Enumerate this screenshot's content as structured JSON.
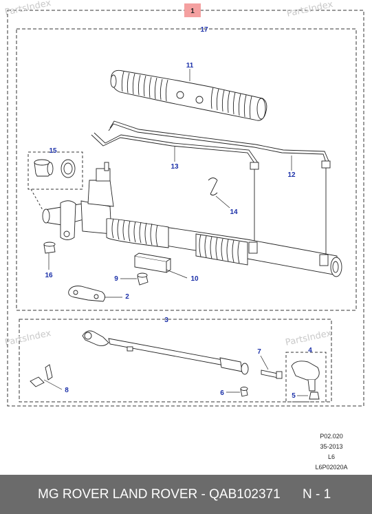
{
  "watermark": "PartsIndex",
  "callouts": {
    "c1": "1",
    "c17": "17",
    "c11": "11",
    "c15": "15",
    "c13": "13",
    "c12": "12",
    "c14": "14",
    "c16": "16",
    "c9": "9",
    "c10": "10",
    "c2": "2",
    "c3": "3",
    "c7": "7",
    "c4": "4",
    "c8": "8",
    "c6": "6",
    "c5": "5"
  },
  "reference": {
    "line1": "P02.020",
    "line2": "35-2013",
    "line3": "L6",
    "line4": "L6P02020A"
  },
  "footer": {
    "title": "MG ROVER LAND ROVER - QAB102371",
    "page": "N - 1"
  },
  "colors": {
    "callout": "#1a2fa8",
    "badge": "#f4a0a0",
    "footer_bg": "#6b6b6b"
  }
}
